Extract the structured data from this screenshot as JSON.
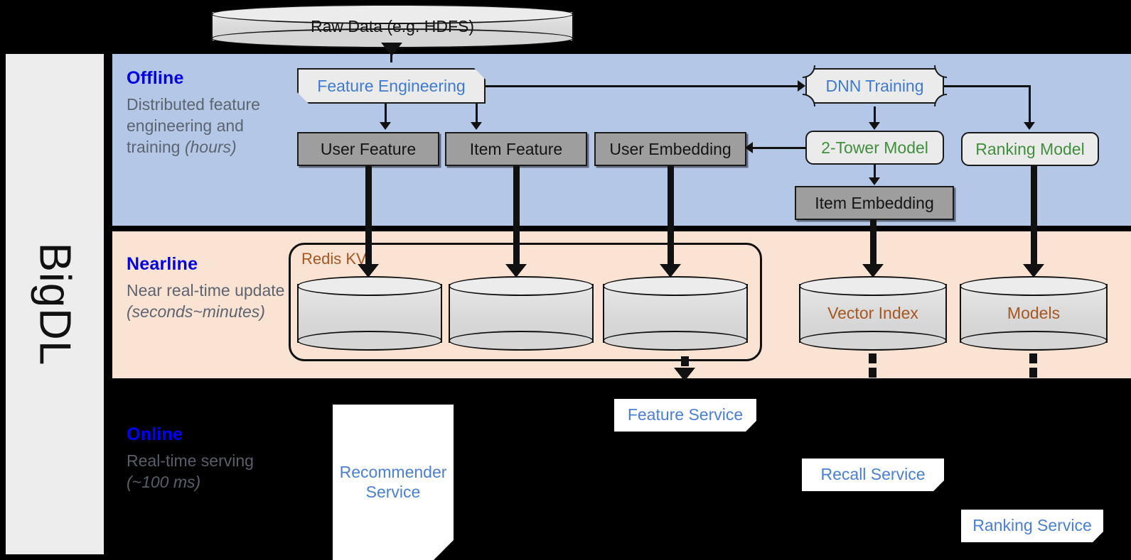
{
  "framework": {
    "name": "BigDL"
  },
  "source": {
    "label": "Raw Data (e.g. HDFS)"
  },
  "bands": {
    "offline": {
      "title": "Offline",
      "subtitle_main": "Distributed feature engineering and training ",
      "subtitle_italic": "(hours)",
      "bg_color": "#b4c7e7"
    },
    "nearline": {
      "title": "Nearline",
      "subtitle_main": "Near real-time update ",
      "subtitle_italic": "(seconds~minutes)",
      "bg_color": "#fae3d3"
    },
    "online": {
      "title": "Online",
      "subtitle_main": "Real-time serving ",
      "subtitle_italic": "(~100 ms)",
      "bg_color": "#000000"
    }
  },
  "offline_nodes": {
    "feature_engineering": "Feature Engineering",
    "dnn_training": "DNN Training",
    "user_feature": "User Feature",
    "item_feature": "Item Feature",
    "user_embedding": "User Embedding",
    "two_tower_model": "2-Tower Model",
    "ranking_model": "Ranking Model",
    "item_embedding": "Item Embedding"
  },
  "nearline_nodes": {
    "redis_group": "Redis KV",
    "store_user_feature": "",
    "store_item_feature": "",
    "store_user_embedding": "",
    "vector_index": "Vector Index",
    "models": "Models"
  },
  "online_nodes": {
    "recommender_service": "Recommender Service",
    "feature_service": "Feature Service",
    "recall_service": "Recall Service",
    "ranking_service": "Ranking Service"
  },
  "colors": {
    "title_blue": "#0000e0",
    "process_blue": "#3f7ad1",
    "model_green": "#3f8f3c",
    "store_brown": "#a8561f",
    "service_blue": "#4a7fd4",
    "grey_box": "#9e9e9e",
    "light_box": "#ebebeb",
    "sidebar": "#ededed"
  }
}
